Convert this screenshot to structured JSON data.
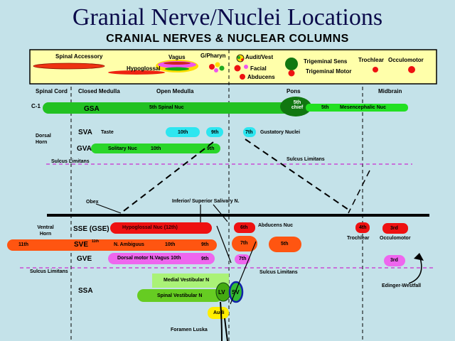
{
  "title": "Granial Nerve/Nuclei Locations",
  "subtitle": "CRANIAL NERVES & NUCLEAR COLUMNS",
  "legend": {
    "spinal_accessory": "Spinal Accessory",
    "hypoglossal": "Hypoglossal",
    "vagus": "Vagus",
    "glossopharyngeal": "G/Pharyn",
    "audit_vest": "Audit/Vest",
    "facial": "Facial",
    "abducens": "Abducens",
    "trigeminal_sens": "Trigeminal Sens",
    "trigeminal_motor": "Trigeminal Motor",
    "trochlear": "Trochlear",
    "oculomotor": "Occulomotor"
  },
  "regions": {
    "spinal_cord": "Spinal Cord",
    "closed_medulla": "Closed Medulla",
    "open_medulla": "Open Medulla",
    "pons": "Pons",
    "midbrain": "Midbrain"
  },
  "sensory": {
    "c1": "C-1",
    "gsa": "GSA",
    "spinal_nuc": "5th Spinal Nuc",
    "chief": "5th chief",
    "fifth": "5th",
    "mesencephalic": "Mesencephalic Nuc",
    "dorsal_horn": "Dorsal Horn",
    "sva": "SVA",
    "taste": "Taste",
    "n10": "10th",
    "n9": "9th",
    "n7": "7th",
    "gustatory": "Gustatory Nuclei",
    "gva": "GVA",
    "solitary": "Solitary Nuc",
    "sulcus_left": "Sulcus Limitans",
    "sulcus_right": "Sulcus Limitans"
  },
  "middle": {
    "obex": "Obex",
    "salivary": "Inferior/ Superior Salivary N."
  },
  "motor": {
    "ventral_horn": "Ventral Horn",
    "sse": "SSE (GSE)",
    "hypoglossal_nuc": "Hypoglossal Nuc (12th)",
    "n6": "6th",
    "abducens_nuc": "Abducens Nuc",
    "n4": "4th",
    "n3": "3rd",
    "trochlear": "Trochlear",
    "oculomotor": "Occulomotor",
    "n11": "11th",
    "sve": "SVE",
    "sve_sup": "11th",
    "ambiguus": "N. Ambiguus",
    "n10": "10th",
    "n9": "9th",
    "n7": "7th",
    "n5": "5th",
    "gve": "GVE",
    "dorsal_motor": "Dorsal motor N.Vagus 10th",
    "gve_9th": "9th",
    "gve_7th": "7th",
    "gve_3rd": "3rd",
    "sulcus_left": "Sulcus Limitans",
    "sulcus_right": "Sulcus Limitans",
    "edinger": "Edinger-Westfall",
    "ssa": "SSA",
    "medial_vest": "Medial Vestibular N",
    "spinal_vest": "Spinal Vestibular N",
    "lv": "LV",
    "sv": "SV",
    "audi": "Audi",
    "foramen": "Foramen Luska"
  },
  "colors": {
    "background": "#c4e2e9",
    "gsa_green": "#22c122",
    "sva_cyan": "#2ee6f0",
    "gva_green": "#2ad62a",
    "sse_red": "#ee1111",
    "sve_orange": "#ff5511",
    "gve_magenta": "#ee66ee",
    "ssa_lime": "#99ee55",
    "audi_yellow": "#ffee00",
    "sulcus_magenta": "#cc00cc"
  }
}
